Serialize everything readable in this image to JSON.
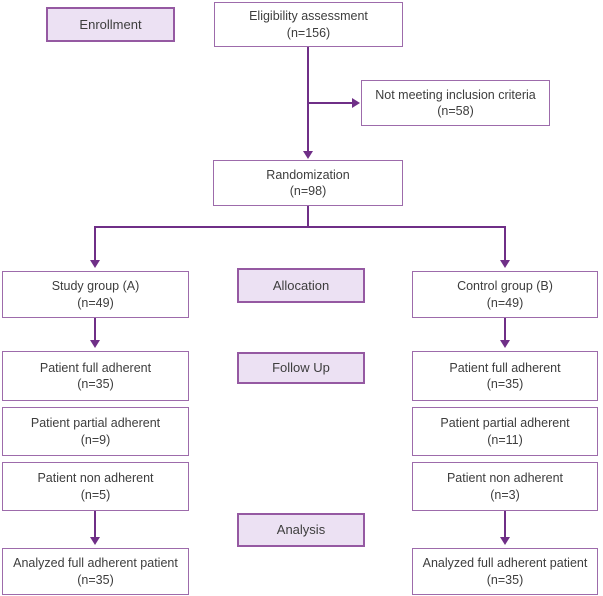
{
  "colors": {
    "connector": "#6f2f87",
    "box_border": "#9d6bab",
    "phase_border": "#9559a2",
    "phase_fill": "#ece1f3",
    "text": "#3d3d3d"
  },
  "phases": {
    "enrollment": "Enrollment",
    "allocation": "Allocation",
    "followup": "Follow Up",
    "analysis": "Analysis"
  },
  "boxes": {
    "eligibility": {
      "line1": "Eligibility assessment",
      "line2": "(n=156)"
    },
    "not_meeting": {
      "line1": "Not meeting inclusion criteria",
      "line2": "(n=58)"
    },
    "randomization": {
      "line1": "Randomization",
      "line2": "(n=98)"
    },
    "study_group": {
      "line1": "Study group (A)",
      "line2": "(n=49)"
    },
    "control_group": {
      "line1": "Control group (B)",
      "line2": "(n=49)"
    },
    "study_full": {
      "line1": "Patient full adherent",
      "line2": "(n=35)"
    },
    "control_full": {
      "line1": "Patient full adherent",
      "line2": "(n=35)"
    },
    "study_partial": {
      "line1": "Patient partial adherent",
      "line2": "(n=9)"
    },
    "control_partial": {
      "line1": "Patient partial adherent",
      "line2": "(n=11)"
    },
    "study_non": {
      "line1": "Patient non adherent",
      "line2": "(n=5)"
    },
    "control_non": {
      "line1": "Patient non adherent",
      "line2": "(n=3)"
    },
    "study_analyzed": {
      "line1": "Analyzed full adherent patient",
      "line2": "(n=35)"
    },
    "control_analyzed": {
      "line1": "Analyzed full adherent patient",
      "line2": "(n=35)"
    }
  }
}
